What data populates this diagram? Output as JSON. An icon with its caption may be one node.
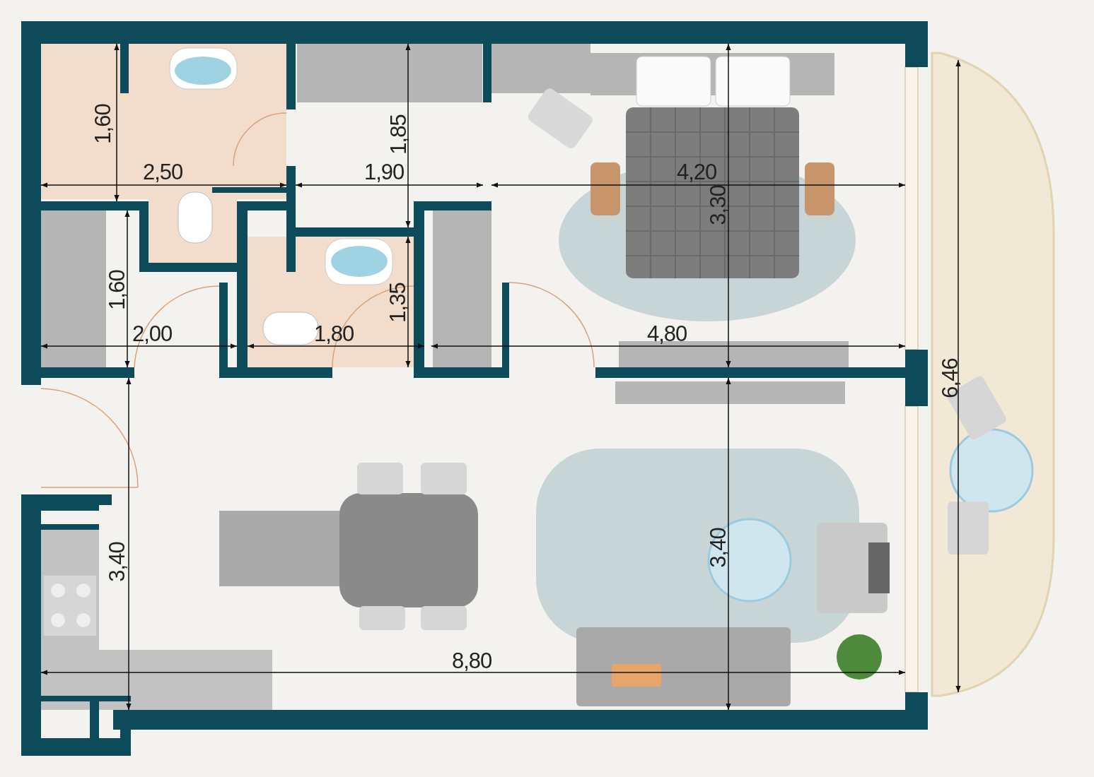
{
  "diagram": {
    "labels": [
      "1,60",
      "1,85",
      "2,50",
      "1,90",
      "4,20",
      "3,30",
      "1,60",
      "1,35",
      "2,00",
      "1,80",
      "4,80",
      "6,46",
      "3,40",
      "3,40",
      "8,80"
    ]
  }
}
